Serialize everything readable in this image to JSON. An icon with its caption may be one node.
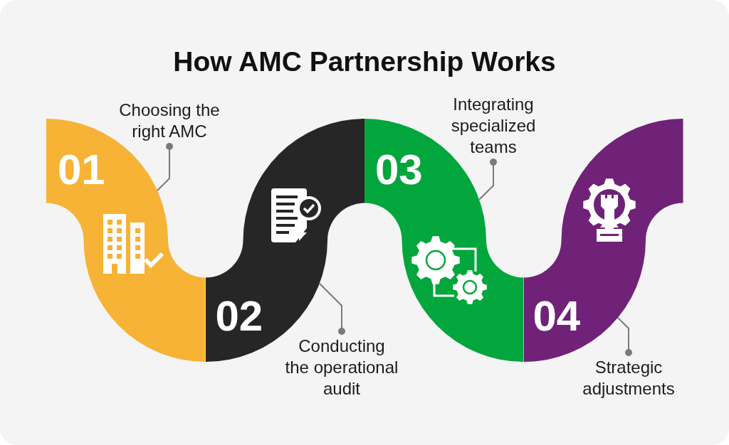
{
  "diagram": {
    "title": "How AMC Partnership Works",
    "nodes": [
      {
        "text": [
          "01"
        ]
      },
      {
        "text": [
          "02"
        ]
      },
      {
        "text": [
          "03"
        ]
      },
      {
        "text": [
          "04"
        ]
      },
      {
        "text": [
          "Choosing the right AMC"
        ]
      },
      {
        "text": [
          "Conducting the operational audit"
        ]
      },
      {
        "text": [
          "Integrating specialized teams"
        ]
      },
      {
        "text": [
          "Strategic adjustments"
        ]
      }
    ],
    "edges": [
      {
        "from": 4,
        "to": 0,
        "arrow": "other"
      },
      {
        "from": 5,
        "to": 1,
        "arrow": "other"
      },
      {
        "from": 6,
        "to": 2,
        "arrow": "other"
      },
      {
        "from": 7,
        "to": 3,
        "arrow": "other"
      }
    ]
  }
}
